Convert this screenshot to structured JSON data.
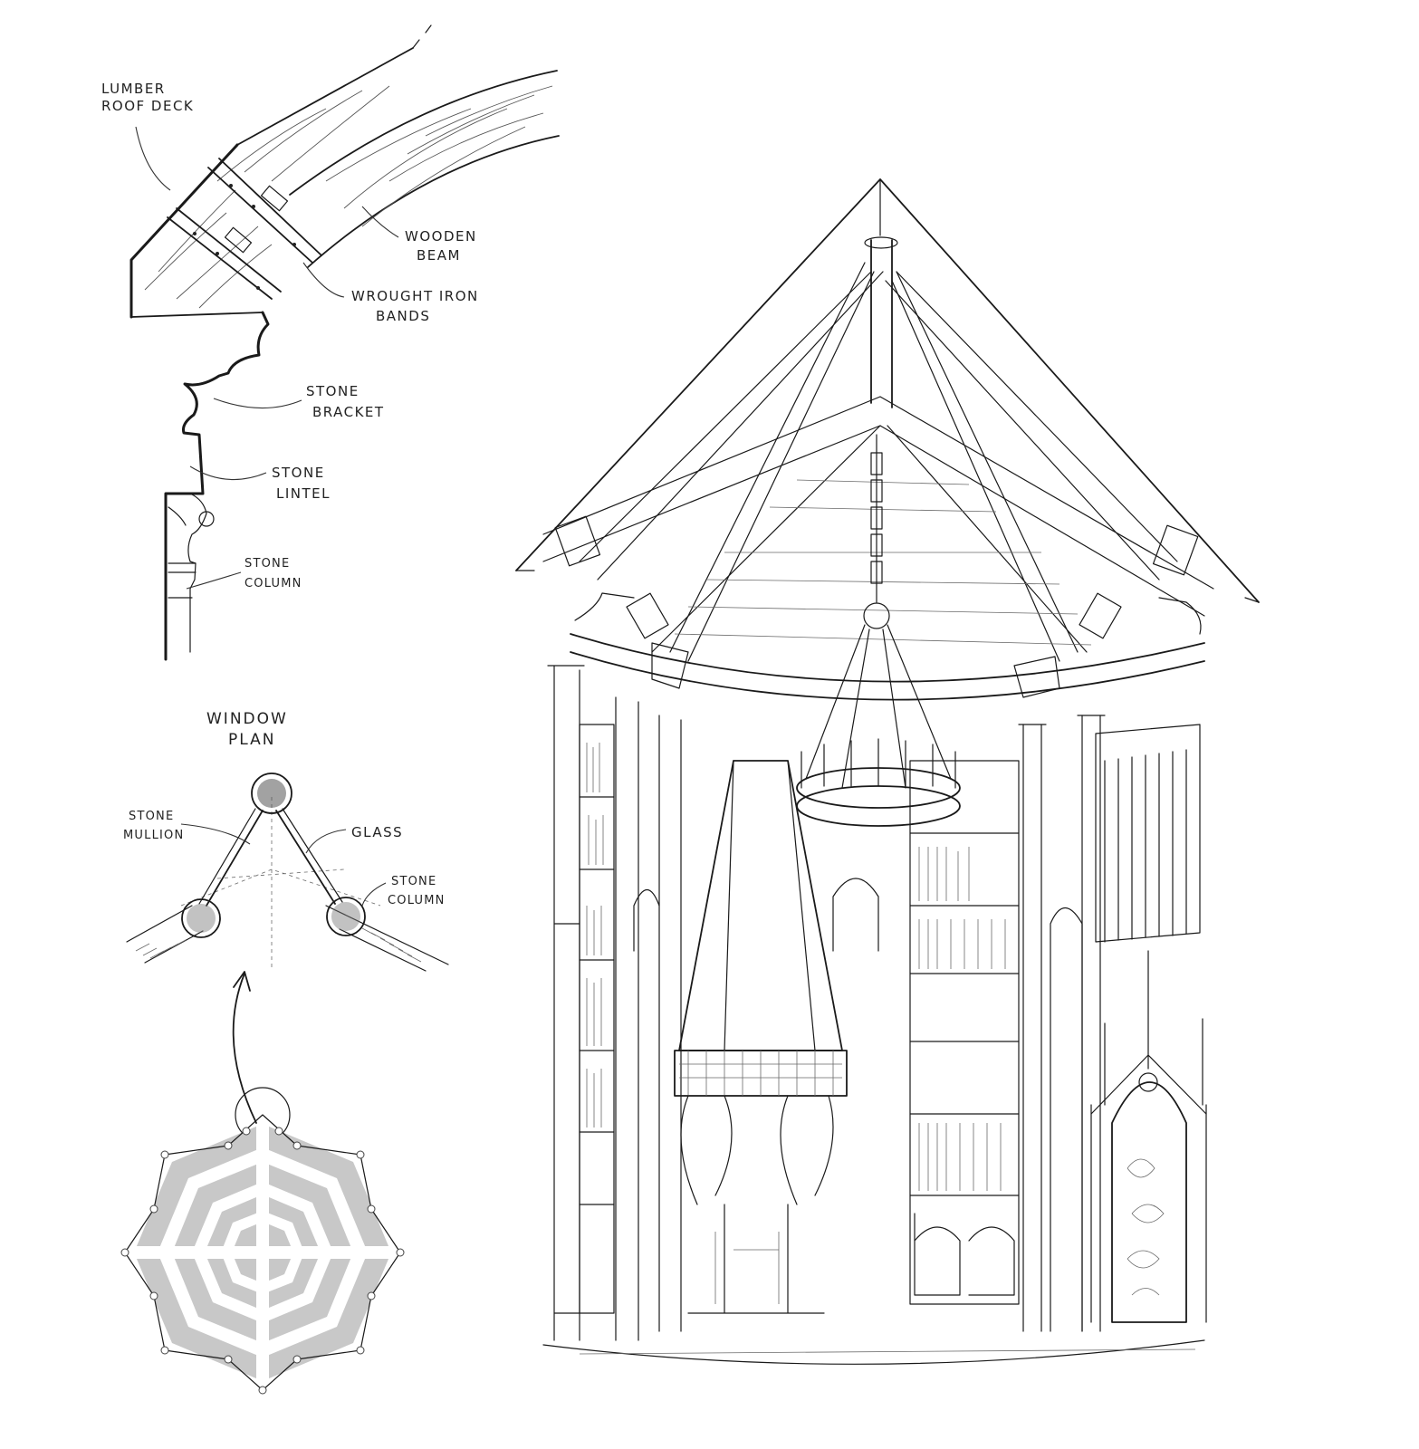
{
  "colors": {
    "ink": "#1a1a1a",
    "plan_fill": "#c8c8c8",
    "paper": "#ffffff"
  },
  "details": {
    "lumber_roof_deck": [
      "LUMBER",
      "ROOF DECK"
    ],
    "wooden_beam": [
      "WOODEN",
      "BEAM"
    ],
    "wrought_iron_bands": [
      "WROUGHT IRON",
      "BANDS"
    ],
    "stone_bracket": [
      "STONE",
      "BRACKET"
    ],
    "stone_lintel": [
      "STONE",
      "LINTEL"
    ],
    "stone_column": [
      "STONE",
      "COLUMN"
    ]
  },
  "window_plan": {
    "title": [
      "WINDOW",
      "PLAN"
    ],
    "stone_mullion": [
      "STONE",
      "MULLION"
    ],
    "glass": "GLASS",
    "stone_column": [
      "STONE",
      "COLUMN"
    ]
  }
}
